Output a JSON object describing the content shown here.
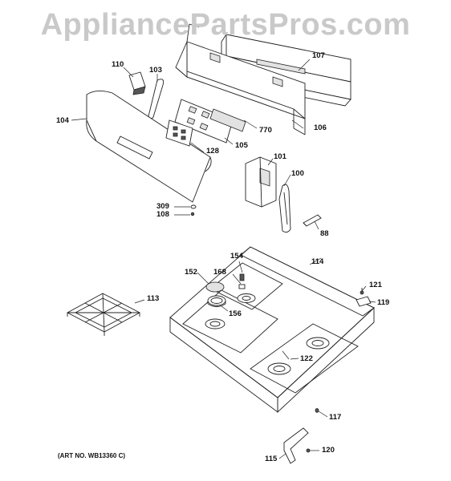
{
  "watermark": "AppliancePartsPros.com",
  "art_number": "(ART NO. WB13360 C)",
  "callouts": [
    {
      "id": "107",
      "label": "107"
    },
    {
      "id": "110",
      "label": "110"
    },
    {
      "id": "103",
      "label": "103"
    },
    {
      "id": "104",
      "label": "104"
    },
    {
      "id": "106",
      "label": "106"
    },
    {
      "id": "770",
      "label": "770"
    },
    {
      "id": "128",
      "label": "128"
    },
    {
      "id": "105",
      "label": "105"
    },
    {
      "id": "101",
      "label": "101"
    },
    {
      "id": "100",
      "label": "100"
    },
    {
      "id": "309",
      "label": "309"
    },
    {
      "id": "108",
      "label": "108"
    },
    {
      "id": "88",
      "label": "88"
    },
    {
      "id": "154",
      "label": "154"
    },
    {
      "id": "114",
      "label": "114"
    },
    {
      "id": "152",
      "label": "152"
    },
    {
      "id": "168",
      "label": "168"
    },
    {
      "id": "121",
      "label": "121"
    },
    {
      "id": "113",
      "label": "113"
    },
    {
      "id": "119",
      "label": "119"
    },
    {
      "id": "156",
      "label": "156"
    },
    {
      "id": "122",
      "label": "122"
    },
    {
      "id": "117",
      "label": "117"
    },
    {
      "id": "120",
      "label": "120"
    },
    {
      "id": "115",
      "label": "115"
    }
  ]
}
